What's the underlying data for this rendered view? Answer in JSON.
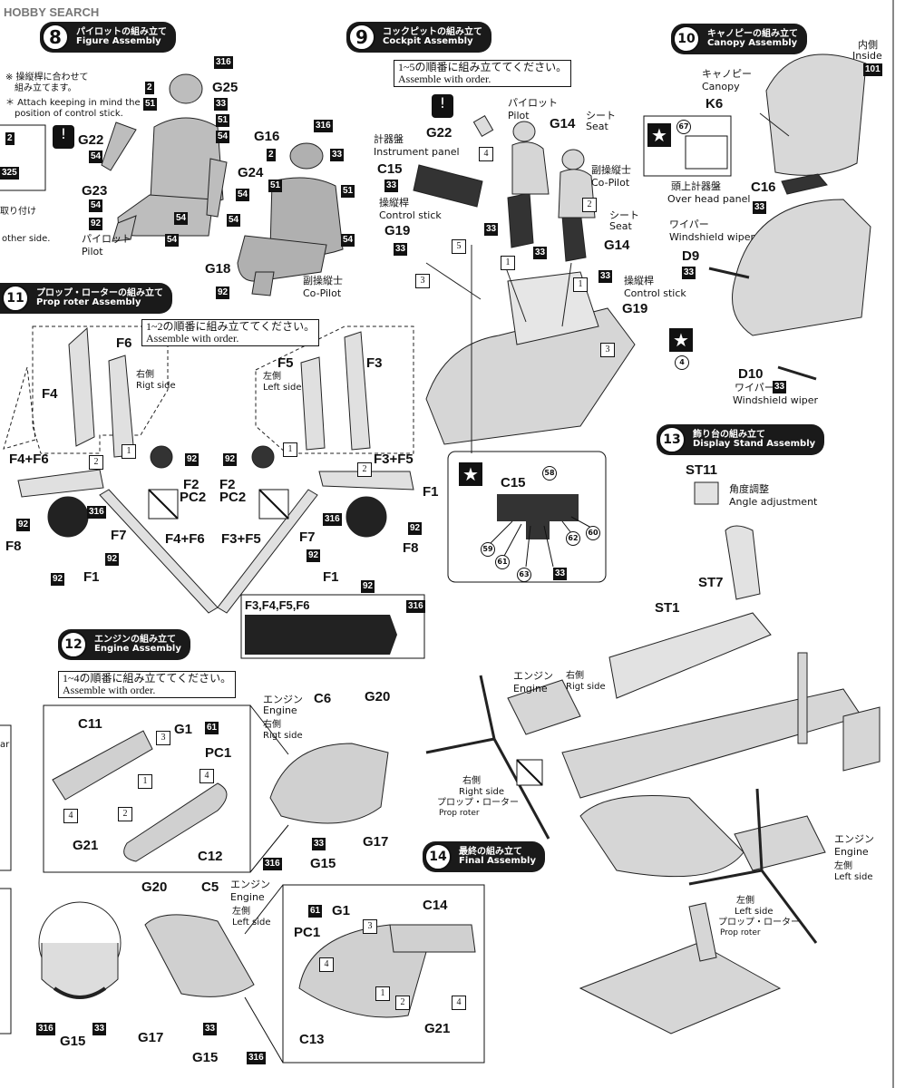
{
  "watermark": "HOBBY SEARCH",
  "sections": {
    "s8": {
      "num": "8",
      "jp": "パイロットの組み立て",
      "en": "Figure Assembly"
    },
    "s9": {
      "num": "9",
      "jp": "コックピットの組み立て",
      "en": "Cockpit Assembly"
    },
    "s10": {
      "num": "10",
      "jp": "キャノピーの組み立て",
      "en": "Canopy Assembly"
    },
    "s11": {
      "num": "11",
      "jp": "プロップ・ローターの組み立て",
      "en": "Prop roter Assembly"
    },
    "s12": {
      "num": "12",
      "jp": "エンジンの組み立て",
      "en": "Engine Assembly"
    },
    "s13": {
      "num": "13",
      "jp": "飾り台の組み立て",
      "en": "Display Stand Assembly"
    },
    "s14": {
      "num": "14",
      "jp": "最終の組み立て",
      "en": "Final Assembly"
    }
  },
  "s8": {
    "note_jp": "※ 操縦桿に合わせて\n　組み立てます。",
    "note_en": "＊ Attach keeping in mind the\n　position of control stick.",
    "left_jp": "取り付け",
    "left_en": "other side.",
    "pilot_jp": "パイロット",
    "pilot_en": "Pilot",
    "copilot_jp": "副操縦士",
    "copilot_en": "Co-Pilot",
    "parts": [
      "G25",
      "G22",
      "G23",
      "G24",
      "G16",
      "G18"
    ],
    "tags": [
      "316",
      "2",
      "33",
      "51",
      "54",
      "92",
      "33",
      "325",
      "316",
      "2",
      "33",
      "51",
      "51",
      "54",
      "54",
      "54",
      "54",
      "92",
      "92",
      "51",
      "54",
      "54"
    ]
  },
  "s9": {
    "order_jp": "1~5の順番に組み立ててください。",
    "order_en": "Assemble with order.",
    "pilot_jp": "パイロット",
    "pilot_en": "Pilot",
    "seat_jp": "シート",
    "seat_en": "Seat",
    "copilot_jp": "副操縦士",
    "copilot_en": "Co-Pilot",
    "inst_jp": "計器盤",
    "inst_en": "Instrument panel",
    "stick_jp": "操縦桿",
    "stick_en": "Control stick",
    "parts": [
      "G22",
      "G14",
      "C15",
      "G19",
      "G14",
      "G19"
    ],
    "decal_parts": [
      "C15"
    ],
    "decal_nums": [
      "58",
      "59",
      "60",
      "61",
      "62",
      "63"
    ],
    "decal_tag": "33"
  },
  "s10": {
    "inside_jp": "内側",
    "inside_en": "Inside",
    "canopy_jp": "キャノピー",
    "canopy_en": "Canopy",
    "ohp_jp": "頭上計器盤",
    "ohp_en": "Over head panel",
    "wiper_jp": "ワイパー",
    "wiper_en": "Windshield wiper",
    "parts": [
      "K6",
      "C16",
      "D9",
      "D10"
    ],
    "tags": [
      "101",
      "33",
      "33",
      "33"
    ],
    "decal": "67",
    "small": "4"
  },
  "s11": {
    "order_jp": "1~2の順番に組み立ててください。",
    "order_en": "Assemble with order.",
    "right_jp": "右側",
    "right_en": "Rigt side",
    "left_jp": "左側",
    "left_en": "Left side",
    "parts_r": [
      "F6",
      "F4",
      "F4+F6",
      "F2",
      "PC2",
      "F7",
      "F8",
      "F1",
      "F4+F6"
    ],
    "parts_l": [
      "F5",
      "F3",
      "F3+F5",
      "F2",
      "PC2",
      "F7",
      "F8",
      "F1",
      "F3+F5"
    ],
    "paint_label": "F3,F4,F5,F6",
    "paint_tag": "316",
    "tags": [
      "92",
      "316",
      "92",
      "92",
      "92",
      "92",
      "316",
      "92",
      "92",
      "92",
      "92"
    ]
  },
  "s12": {
    "order_jp": "1~4の順番に組み立ててください。",
    "order_en": "Assemble with order.",
    "engine_jp": "エンジン",
    "engine_en": "Engine",
    "right_jp": "右側",
    "right_en": "Rigt side",
    "left_jp": "左側",
    "left_en": "Left side",
    "parts_r": [
      "C11",
      "G1",
      "PC1",
      "G21",
      "C12",
      "C6",
      "G20",
      "G17",
      "G15"
    ],
    "parts_l": [
      "G20",
      "C5",
      "G17",
      "G15",
      "C14",
      "G1",
      "PC1",
      "C13",
      "G21"
    ],
    "tags": [
      "61",
      "316",
      "33",
      "33",
      "316",
      "61",
      "316",
      "33"
    ],
    "edge_texts": [
      "ar"
    ]
  },
  "s13": {
    "angle_jp": "角度調整",
    "angle_en": "Angle adjustment",
    "parts": [
      "ST11",
      "ST7",
      "ST1"
    ]
  },
  "s14": {
    "engine_jp": "エンジン",
    "engine_en": "Engine",
    "right_jp": "右側",
    "right_en": "Right side",
    "rotor_jp": "プロップ・ローター",
    "rotor_en": "Prop roter",
    "left_jp": "左側",
    "left_en": "Left side",
    "rotor_right_jp": "右側",
    "rotor_right_en": "Rigt side",
    "engine_right_side_jp": "右側",
    "engine_right_side_en": "Rigt side"
  },
  "bottom_left": {
    "tags": [
      "316",
      "33"
    ],
    "part": "G15"
  }
}
